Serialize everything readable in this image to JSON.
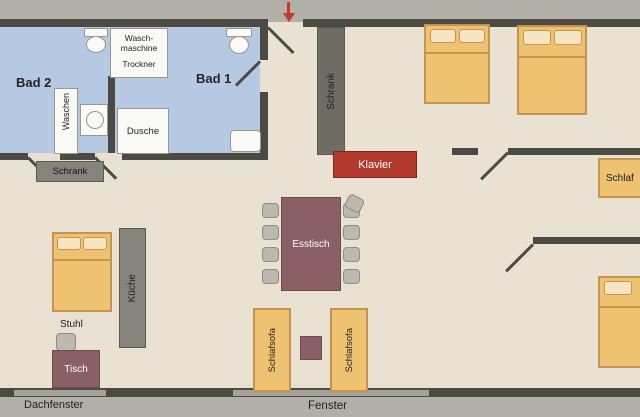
{
  "plan": {
    "labels": {
      "bad2": "Bad 2",
      "bad1": "Bad 1",
      "waschmaschine_line1": "Wasch-",
      "waschmaschine_line2": "maschine",
      "trockner": "Trockner",
      "waschen": "Waschen",
      "dusche": "Dusche",
      "schrank_flur": "Schrank",
      "schrank_mitte": "Schrank",
      "klavier": "Klavier",
      "esstisch": "Esstisch",
      "kueche": "Küche",
      "stuhl": "Stuhl",
      "tisch": "Tisch",
      "schlafsofa_links": "Schlafsofa",
      "schlafsofa_rechts": "Schlafsofa",
      "schlaf_rechts": "Schlaf",
      "dachfenster": "Dachfenster",
      "fenster": "Fenster"
    },
    "colors": {
      "background": "#b2afa8",
      "floor": "#e9e1d2",
      "wall": "#4c4b43",
      "bath_blue": "#b5c9e2",
      "bed_orange": "#eec271",
      "bed_border": "#c49450",
      "pillow": "#f6e4c2",
      "cabinet_gray": "#85837b",
      "cabinet_dark": "#6e6c64",
      "piano_red": "#b43a2e",
      "table_plum": "#8a5f66",
      "chair_gray": "#bcb9b0",
      "window_gray": "#a5a29a",
      "entrance_arrow": "#c0392b"
    }
  }
}
